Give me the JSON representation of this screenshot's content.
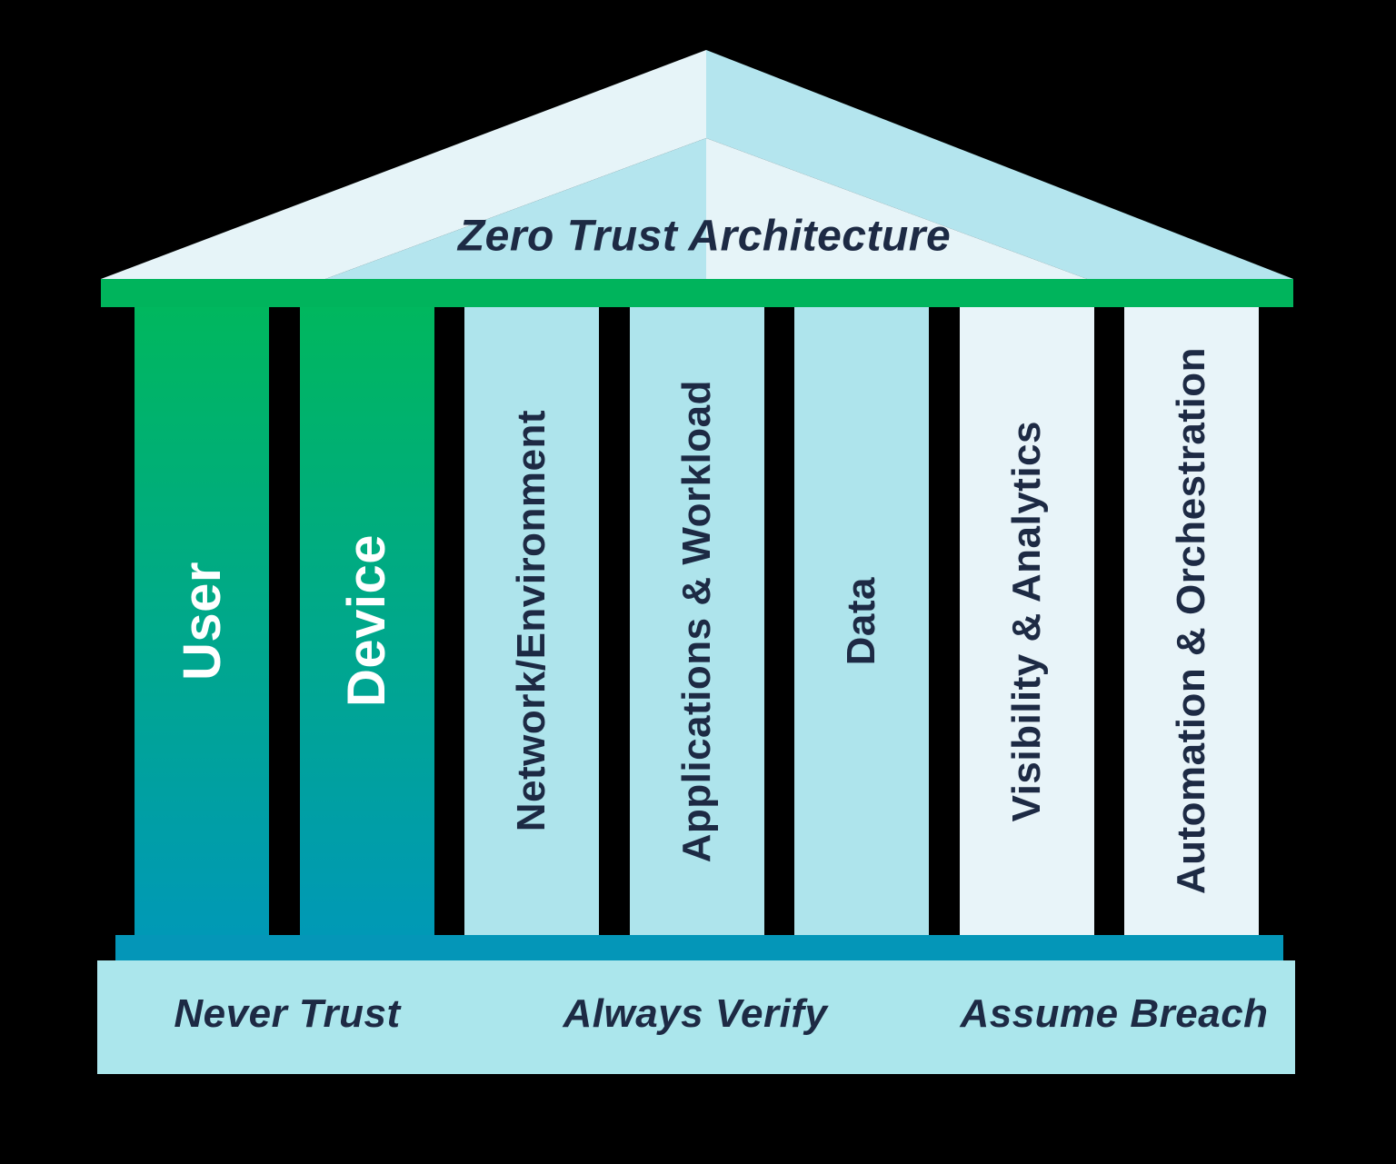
{
  "title": "Zero Trust Architecture",
  "pillars": [
    {
      "id": "user",
      "label": "User",
      "style": "green-gradient"
    },
    {
      "id": "device",
      "label": "Device",
      "style": "green-gradient"
    },
    {
      "id": "network-environment",
      "label": "Network/Environment",
      "style": "medium-blue"
    },
    {
      "id": "applications-workload",
      "label": "Applications & Workload",
      "style": "medium-blue"
    },
    {
      "id": "data",
      "label": "Data",
      "style": "medium-blue"
    },
    {
      "id": "visibility-analytics",
      "label": "Visibility & Analytics",
      "style": "light-blue"
    },
    {
      "id": "automation-orchestration",
      "label": "Automation & Orchestration",
      "style": "light-blue"
    }
  ],
  "principles": [
    {
      "id": "never-trust",
      "label": "Never Trust"
    },
    {
      "id": "always-verify",
      "label": "Always Verify"
    },
    {
      "id": "assume-breach",
      "label": "Assume Breach"
    }
  ],
  "colors": {
    "roof-light": "#e6f4f8",
    "roof-medium": "#b4e5ee",
    "beam-green": "#00b45c",
    "pillar-green-top": "#00b75e",
    "pillar-teal-bottom": "#0099b6",
    "pillar-medium": "#aee4ec",
    "pillar-light": "#e8f4f9",
    "base-teal": "#0496b8",
    "foundation-blue": "#abe6ec",
    "text-navy": "#1d2a44",
    "text-white": "#ffffff"
  }
}
